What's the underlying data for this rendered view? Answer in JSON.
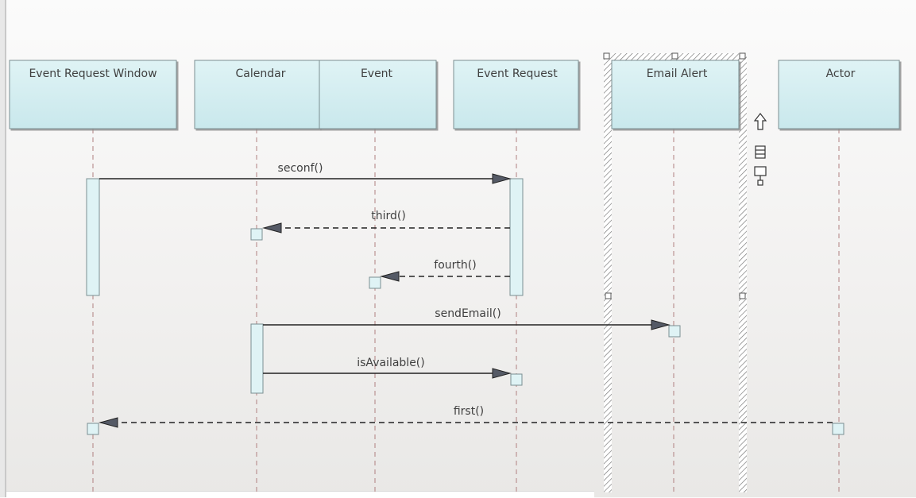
{
  "diagram": {
    "lifelines": [
      {
        "id": "erw",
        "label": "Event Request Window"
      },
      {
        "id": "cal",
        "label": "Calendar"
      },
      {
        "id": "evt",
        "label": "Event"
      },
      {
        "id": "er",
        "label": "Event Request"
      },
      {
        "id": "ea",
        "label": "Email Alert"
      },
      {
        "id": "act",
        "label": "Actor"
      }
    ],
    "messages": [
      {
        "label": "seconf()",
        "from": "erw",
        "to": "er",
        "style": "sync"
      },
      {
        "label": "third()",
        "from": "er",
        "to": "cal",
        "style": "return"
      },
      {
        "label": "fourth()",
        "from": "er",
        "to": "evt",
        "style": "return"
      },
      {
        "label": "sendEmail()",
        "from": "cal",
        "to": "ea",
        "style": "sync"
      },
      {
        "label": "isAvailable()",
        "from": "cal",
        "to": "er",
        "style": "sync"
      },
      {
        "label": "first()",
        "from": "act",
        "to": "erw",
        "style": "return"
      }
    ],
    "selected_lifeline": "ea",
    "toolbar_icons": [
      "up-arrow-icon",
      "list-icon",
      "flag-icon"
    ]
  }
}
